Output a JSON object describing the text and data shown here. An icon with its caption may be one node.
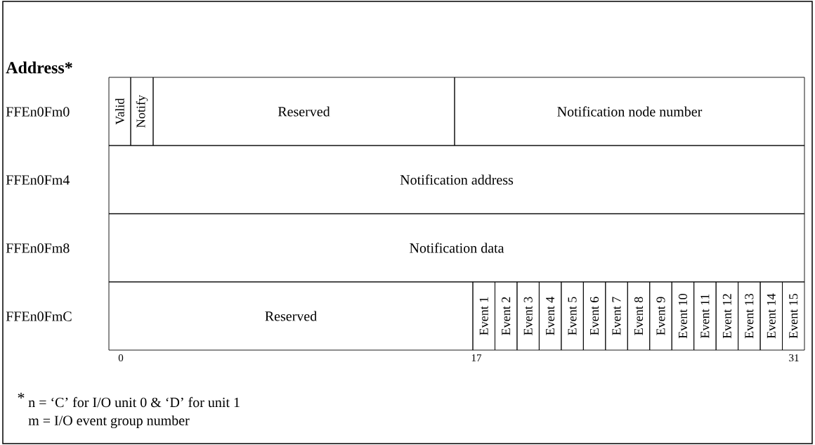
{
  "diagram": {
    "title": "Address*",
    "nodes": [
      {
        "text": [
          "Valid"
        ]
      },
      {
        "text": [
          "Notify"
        ]
      },
      {
        "text": [
          "Reserved"
        ]
      },
      {
        "text": [
          "Notification node number"
        ]
      },
      {
        "text": [
          "Notification address"
        ]
      },
      {
        "text": [
          "Notification data"
        ]
      },
      {
        "text": [
          "Reserved"
        ]
      },
      {
        "text": [
          "Event 1"
        ]
      },
      {
        "text": [
          "Event 2"
        ]
      },
      {
        "text": [
          "Event 3"
        ]
      },
      {
        "text": [
          "Event 4"
        ]
      },
      {
        "text": [
          "Event 5"
        ]
      },
      {
        "text": [
          "Event 6"
        ]
      },
      {
        "text": [
          "Event 7"
        ]
      },
      {
        "text": [
          "Event 8"
        ]
      },
      {
        "text": [
          "Event 9"
        ]
      },
      {
        "text": [
          "Event 10"
        ]
      },
      {
        "text": [
          "Event 11"
        ]
      },
      {
        "text": [
          "Event 12"
        ]
      },
      {
        "text": [
          "Event 13"
        ]
      },
      {
        "text": [
          "Event 14"
        ]
      },
      {
        "text": [
          "Event 15"
        ]
      }
    ],
    "labels": [
      "FFEn0Fm0",
      "FFEn0Fm4",
      "FFEn0Fm8",
      "FFEn0FmC",
      "0",
      "17",
      "31",
      "*",
      "n = ‘C’ for I/O unit 0 & ‘D’ for unit 1",
      "m = I/O event group number"
    ]
  }
}
